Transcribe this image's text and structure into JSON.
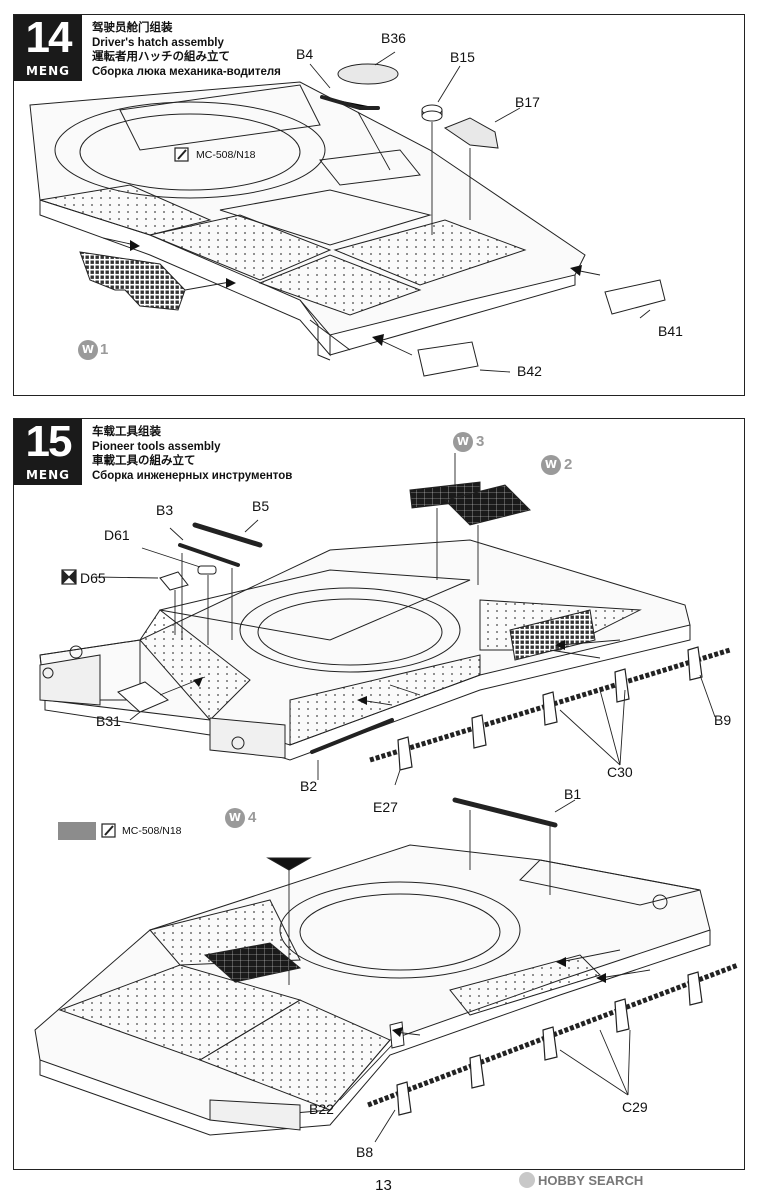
{
  "steps": [
    {
      "number": "14",
      "brand": "MENG",
      "title_zh": "驾驶员舱门组装",
      "title_en": "Driver's hatch assembly",
      "title_ja": "運転者用ハッチの組み立て",
      "title_ru": "Сборка люка механика-водителя",
      "paint_code": "MC-508/N18",
      "wash_number": "1",
      "parts": [
        "B4",
        "B36",
        "B15",
        "B17",
        "B41",
        "B42"
      ]
    },
    {
      "number": "15",
      "brand": "MENG",
      "title_zh": "车载工具组装",
      "title_en": "Pioneer tools assembly",
      "title_ja": "車載工具の組み立て",
      "title_ru": "Сборка инженерных инструментов",
      "paint_code": "MC-508/N18",
      "wash_numbers": [
        "3",
        "2",
        "4"
      ],
      "parts": [
        "B3",
        "B5",
        "D61",
        "D65",
        "B31",
        "B2",
        "E27",
        "C30",
        "B9",
        "B1",
        "B22",
        "B8",
        "C29"
      ]
    }
  ],
  "page_number": "13",
  "watermark": "HOBBY SEARCH",
  "colors": {
    "ink": "#111111",
    "badge": "#1a1a1a",
    "wash": "#9a9a9a",
    "paint_swatch": "#8c8c8c"
  },
  "icons": [
    "paint-brush-icon",
    "cement-icon",
    "wash-icon"
  ]
}
